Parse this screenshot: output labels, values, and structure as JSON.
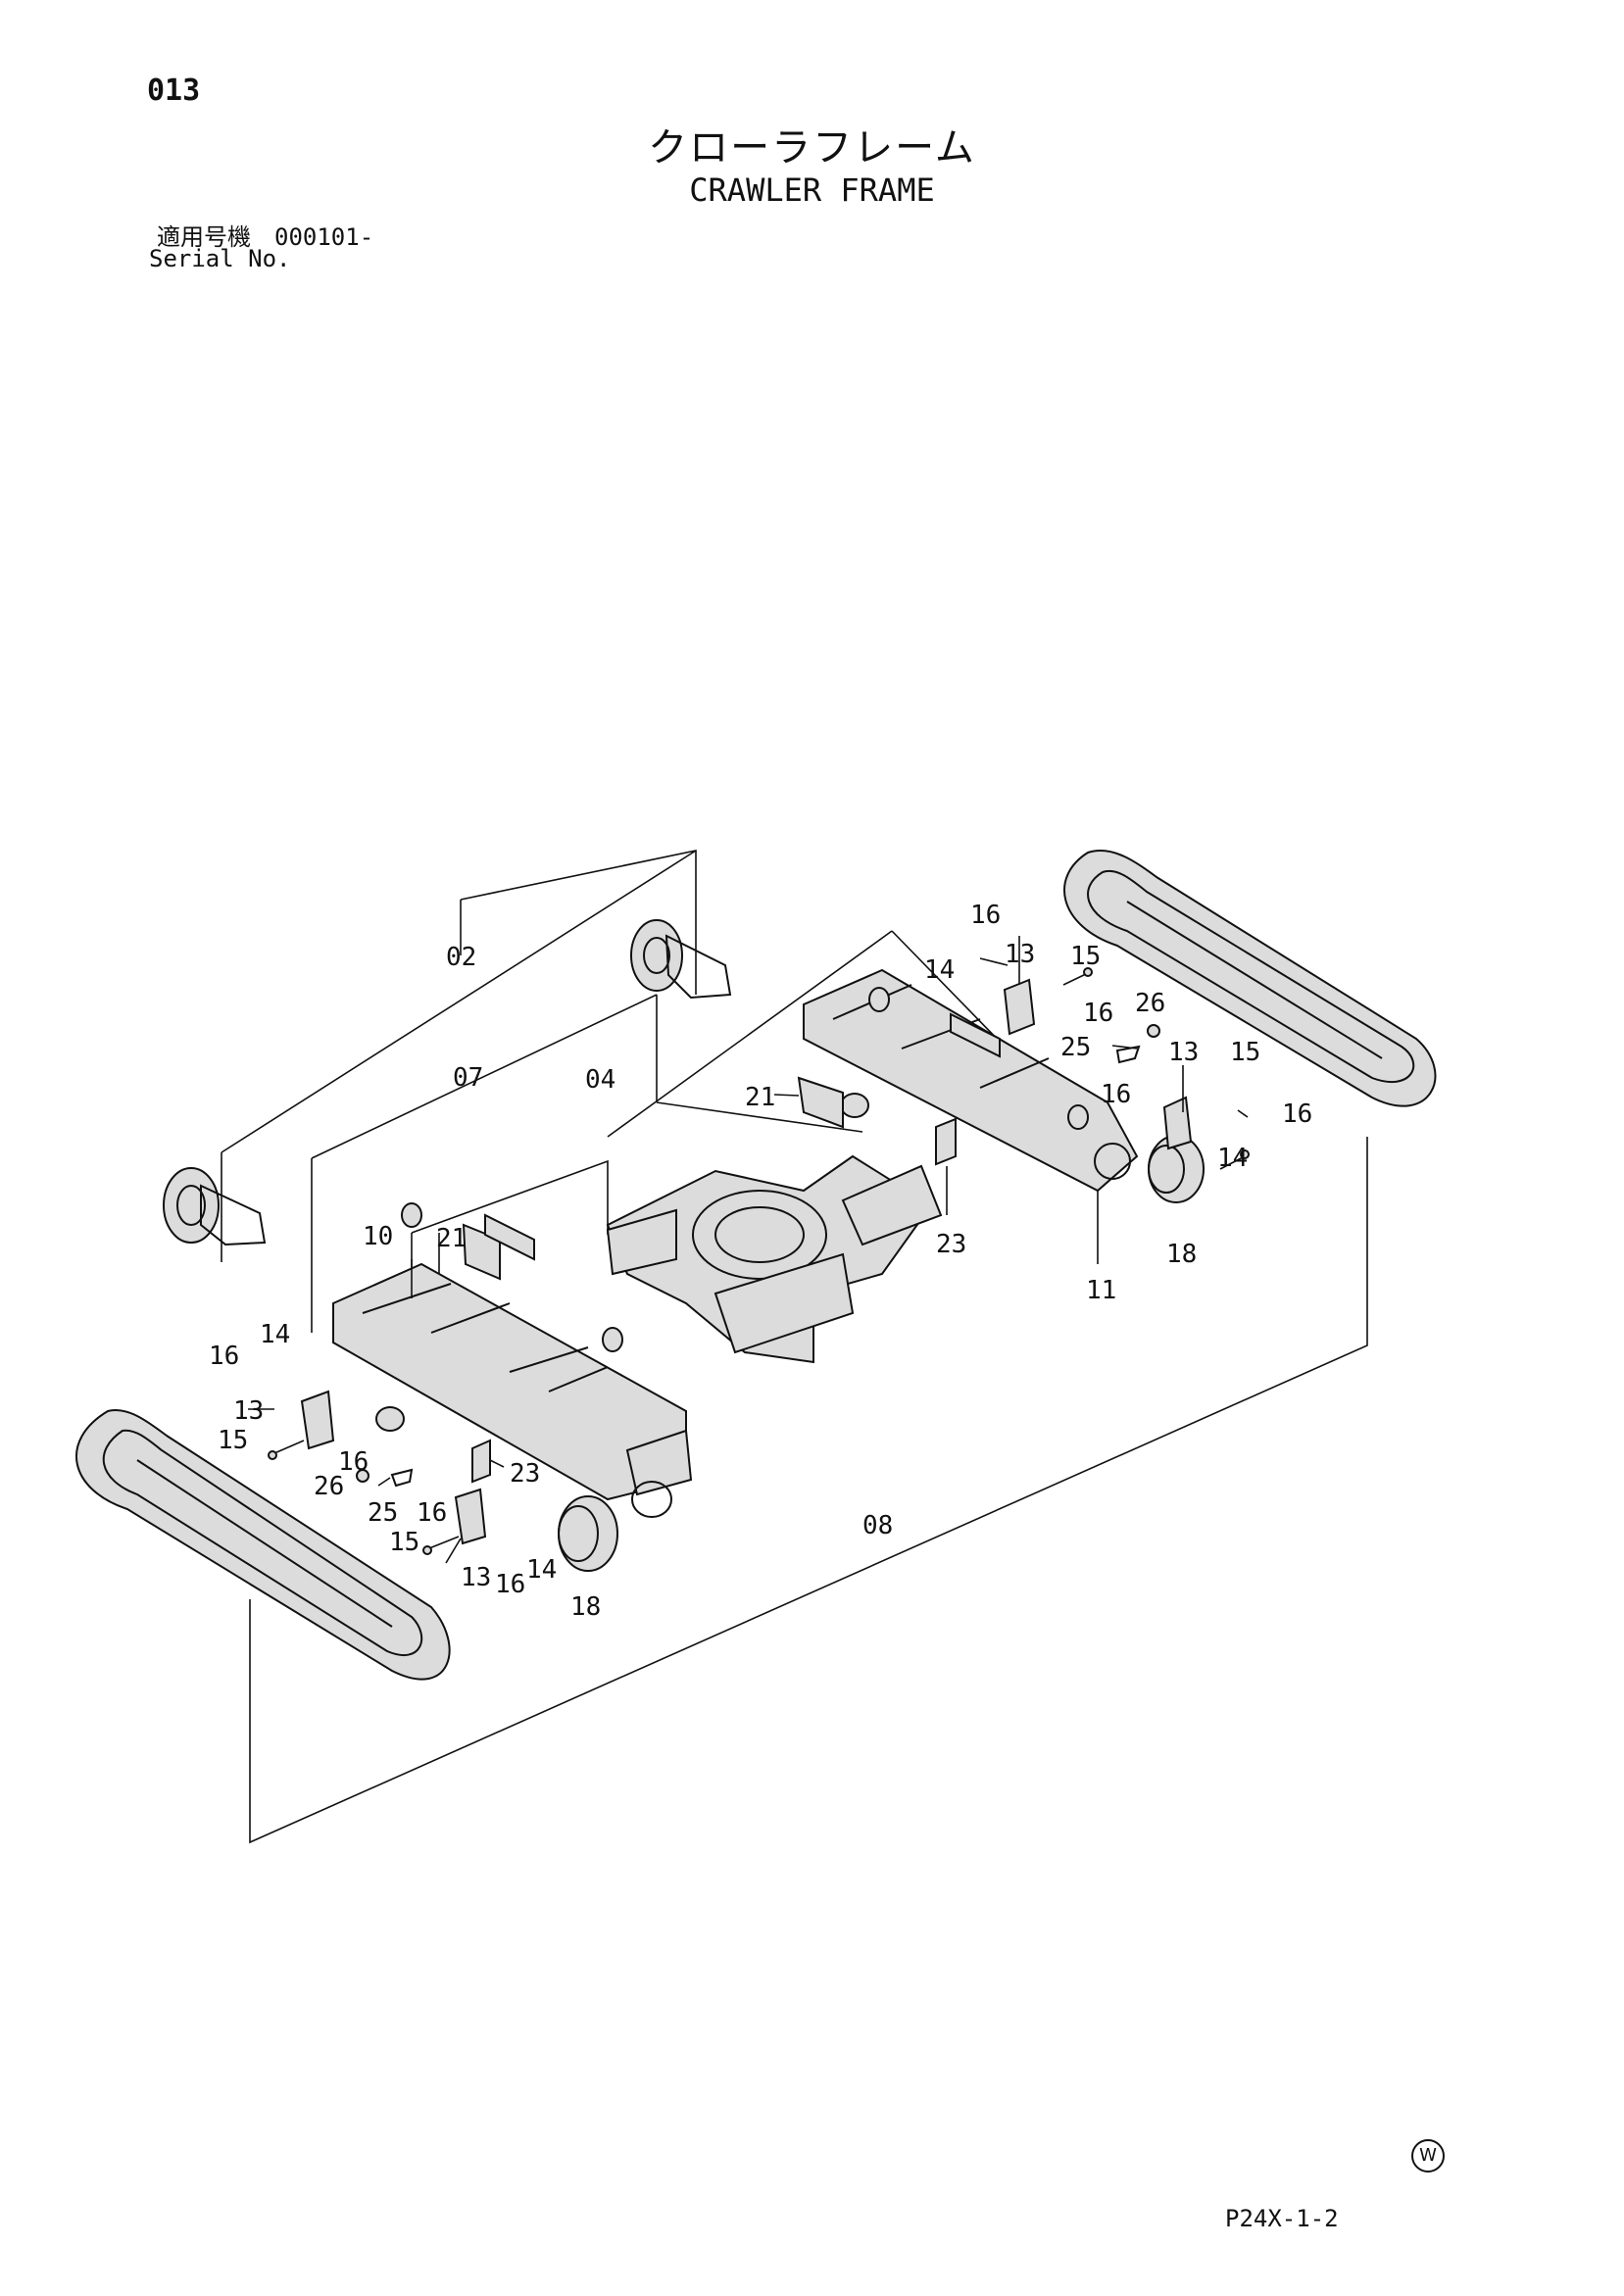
{
  "header": {
    "page_number": "013",
    "title_jp": "クローラフレーム",
    "title_en": "CRAWLER FRAME",
    "serial_label_jp": "適用号機",
    "serial_value": "000101-",
    "serial_label_en": "Serial No."
  },
  "footer": {
    "code": "P24X-1-2",
    "watermark": "W"
  },
  "callouts": [
    {
      "id": "02",
      "label": "02"
    },
    {
      "id": "07",
      "label": "07"
    },
    {
      "id": "04",
      "label": "04"
    },
    {
      "id": "08",
      "label": "08"
    },
    {
      "id": "10",
      "label": "10"
    },
    {
      "id": "11",
      "label": "11"
    },
    {
      "id": "13a",
      "label": "13"
    },
    {
      "id": "13b",
      "label": "13"
    },
    {
      "id": "13c",
      "label": "13"
    },
    {
      "id": "13d",
      "label": "13"
    },
    {
      "id": "14a",
      "label": "14"
    },
    {
      "id": "14b",
      "label": "14"
    },
    {
      "id": "14c",
      "label": "14"
    },
    {
      "id": "14d",
      "label": "14"
    },
    {
      "id": "15a",
      "label": "15"
    },
    {
      "id": "15b",
      "label": "15"
    },
    {
      "id": "15c",
      "label": "15"
    },
    {
      "id": "15d",
      "label": "15"
    },
    {
      "id": "16a",
      "label": "16"
    },
    {
      "id": "16b",
      "label": "16"
    },
    {
      "id": "16c",
      "label": "16"
    },
    {
      "id": "16d",
      "label": "16"
    },
    {
      "id": "16e",
      "label": "16"
    },
    {
      "id": "16f",
      "label": "16"
    },
    {
      "id": "16g",
      "label": "16"
    },
    {
      "id": "16h",
      "label": "16"
    },
    {
      "id": "18a",
      "label": "18"
    },
    {
      "id": "18b",
      "label": "18"
    },
    {
      "id": "21a",
      "label": "21"
    },
    {
      "id": "21b",
      "label": "21"
    },
    {
      "id": "23a",
      "label": "23"
    },
    {
      "id": "23b",
      "label": "23"
    },
    {
      "id": "25a",
      "label": "25"
    },
    {
      "id": "25b",
      "label": "25"
    },
    {
      "id": "26a",
      "label": "26"
    },
    {
      "id": "26b",
      "label": "26"
    }
  ]
}
